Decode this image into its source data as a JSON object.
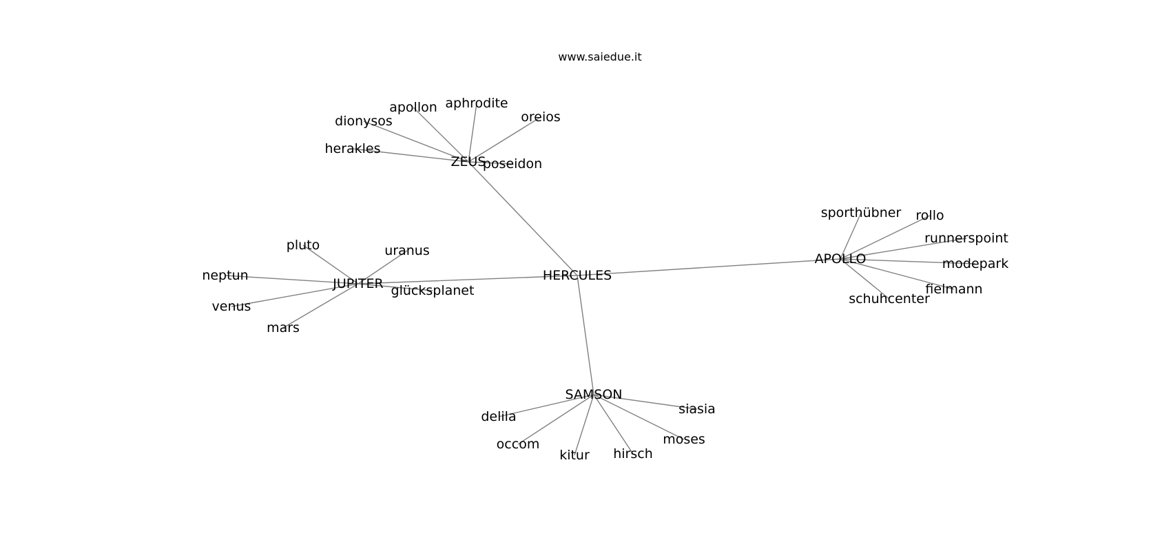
{
  "title": "www.saiedue.it",
  "colors": {
    "edge": "#808080",
    "text": "#000000",
    "background": "#ffffff"
  },
  "nodes": [
    {
      "id": "HERCULES",
      "label": "HERCULES"
    },
    {
      "id": "ZEUS",
      "label": "ZEUS"
    },
    {
      "id": "JUPITER",
      "label": "JUPITER"
    },
    {
      "id": "APOLLO",
      "label": "APOLLO"
    },
    {
      "id": "SAMSON",
      "label": "SAMSON"
    },
    {
      "id": "apollon",
      "label": "apollon"
    },
    {
      "id": "aphrodite",
      "label": "aphrodite"
    },
    {
      "id": "oreios",
      "label": "oreios"
    },
    {
      "id": "dionysos",
      "label": "dionysos"
    },
    {
      "id": "herakles",
      "label": "herakles"
    },
    {
      "id": "poseidon",
      "label": "poseidon"
    },
    {
      "id": "pluto",
      "label": "pluto"
    },
    {
      "id": "uranus",
      "label": "uranus"
    },
    {
      "id": "neptun",
      "label": "neptun"
    },
    {
      "id": "venus",
      "label": "venus"
    },
    {
      "id": "mars",
      "label": "mars"
    },
    {
      "id": "gluecksplanet",
      "label": "glücksplanet"
    },
    {
      "id": "sporthuebner",
      "label": "sporthübner"
    },
    {
      "id": "rollo",
      "label": "rollo"
    },
    {
      "id": "runnerspoint",
      "label": "runnerspoint"
    },
    {
      "id": "modepark",
      "label": "modepark"
    },
    {
      "id": "fielmann",
      "label": "fielmann"
    },
    {
      "id": "schuhcenter",
      "label": "schuhcenter"
    },
    {
      "id": "delila",
      "label": "delila"
    },
    {
      "id": "siasia",
      "label": "siasia"
    },
    {
      "id": "occom",
      "label": "occom"
    },
    {
      "id": "moses",
      "label": "moses"
    },
    {
      "id": "kitur",
      "label": "kitur"
    },
    {
      "id": "hirsch",
      "label": "hirsch"
    }
  ],
  "edges": [
    [
      "HERCULES",
      "ZEUS"
    ],
    [
      "HERCULES",
      "JUPITER"
    ],
    [
      "HERCULES",
      "APOLLO"
    ],
    [
      "HERCULES",
      "SAMSON"
    ],
    [
      "ZEUS",
      "apollon"
    ],
    [
      "ZEUS",
      "aphrodite"
    ],
    [
      "ZEUS",
      "oreios"
    ],
    [
      "ZEUS",
      "dionysos"
    ],
    [
      "ZEUS",
      "herakles"
    ],
    [
      "ZEUS",
      "poseidon"
    ],
    [
      "JUPITER",
      "pluto"
    ],
    [
      "JUPITER",
      "uranus"
    ],
    [
      "JUPITER",
      "neptun"
    ],
    [
      "JUPITER",
      "venus"
    ],
    [
      "JUPITER",
      "mars"
    ],
    [
      "JUPITER",
      "gluecksplanet"
    ],
    [
      "APOLLO",
      "sporthuebner"
    ],
    [
      "APOLLO",
      "rollo"
    ],
    [
      "APOLLO",
      "runnerspoint"
    ],
    [
      "APOLLO",
      "modepark"
    ],
    [
      "APOLLO",
      "fielmann"
    ],
    [
      "APOLLO",
      "schuhcenter"
    ],
    [
      "SAMSON",
      "delila"
    ],
    [
      "SAMSON",
      "siasia"
    ],
    [
      "SAMSON",
      "occom"
    ],
    [
      "SAMSON",
      "moses"
    ],
    [
      "SAMSON",
      "kitur"
    ],
    [
      "SAMSON",
      "hirsch"
    ]
  ]
}
